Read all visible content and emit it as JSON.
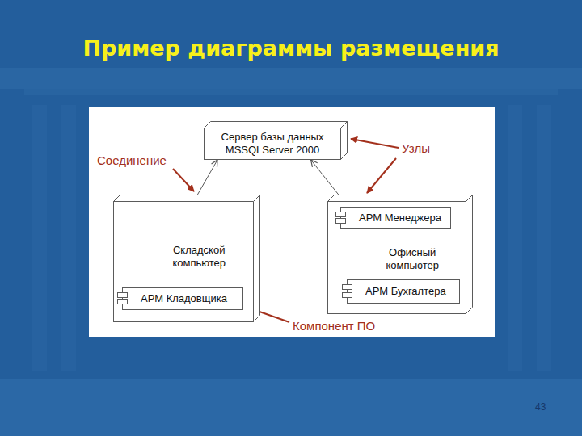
{
  "diagram": {
    "title": "Пример диаграммы размещения",
    "nodes": [
      {
        "text": [
          "Сервер базы данных MSSQLServer 2000"
        ]
      },
      {
        "text": [
          "Складской компьютер"
        ]
      },
      {
        "text": [
          "АРМ Кладовщика"
        ],
        "in": 1
      },
      {
        "text": [
          "Офисный компьютер"
        ]
      },
      {
        "text": [
          "АРМ Менеджера"
        ],
        "in": 3
      },
      {
        "text": [
          "АРМ Бухгалтера"
        ],
        "in": 3
      }
    ],
    "edges": [
      {
        "from": 1,
        "to": 0,
        "arrow": "to"
      },
      {
        "from": 3,
        "to": 0,
        "arrow": "to"
      }
    ],
    "labels": [
      "Соединение",
      "Узлы",
      "Компонент ПО",
      "43"
    ]
  }
}
